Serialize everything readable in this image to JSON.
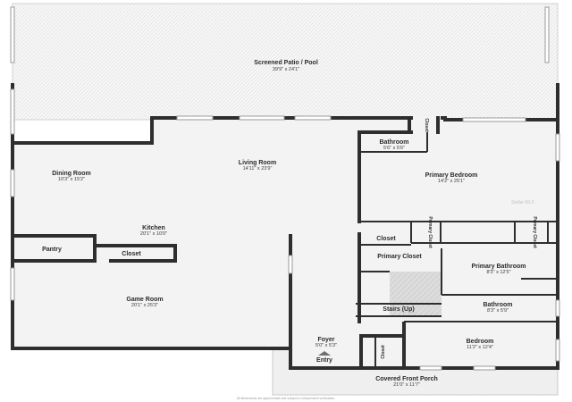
{
  "rooms": {
    "patio": {
      "name": "Screened Patio / Pool",
      "dims": "39'9\" x 24'1\""
    },
    "dining": {
      "name": "Dining Room",
      "dims": "10'3\" x 15'2\""
    },
    "living": {
      "name": "Living Room",
      "dims": "14'11\" x 23'9\""
    },
    "kitchen": {
      "name": "Kitchen",
      "dims": "20'1\" x 10'0\""
    },
    "pantry": {
      "name": "Pantry"
    },
    "closet_kitchen": {
      "name": "Closet"
    },
    "game": {
      "name": "Game Room",
      "dims": "20'1\" x 25'3\""
    },
    "bath_top": {
      "name": "Bathroom",
      "dims": "5'6\" x 5'6\""
    },
    "closet_top": {
      "name": "Closet"
    },
    "primary_bed": {
      "name": "Primary Bedroom",
      "dims": "14'2\" x 25'1\""
    },
    "closet_mid": {
      "name": "Closet"
    },
    "primary_closet_a": {
      "name": "Primary Closet"
    },
    "primary_closet_b": {
      "name": "Primary Closet"
    },
    "primary_closet_walk": {
      "name": "Primary Closet"
    },
    "primary_bath": {
      "name": "Primary Bathroom",
      "dims": "8'3\" x 12'5\""
    },
    "stairs": {
      "name": "Stairs (Up)"
    },
    "bath_2": {
      "name": "Bathroom",
      "dims": "8'3\" x 5'9\""
    },
    "foyer": {
      "name": "Foyer",
      "dims": "5'0\" x 5'3\""
    },
    "bedroom": {
      "name": "Bedroom",
      "dims": "11'2\" x 12'4\""
    },
    "closet_bed": {
      "name": "Closet"
    },
    "entry": {
      "name": "Entry"
    },
    "porch": {
      "name": "Covered Front Porch",
      "dims": "21'0\" x 11'7\""
    }
  },
  "watermark": "Stellar MLS",
  "footnote": "All dimensions are approximate and subject to independent verification."
}
